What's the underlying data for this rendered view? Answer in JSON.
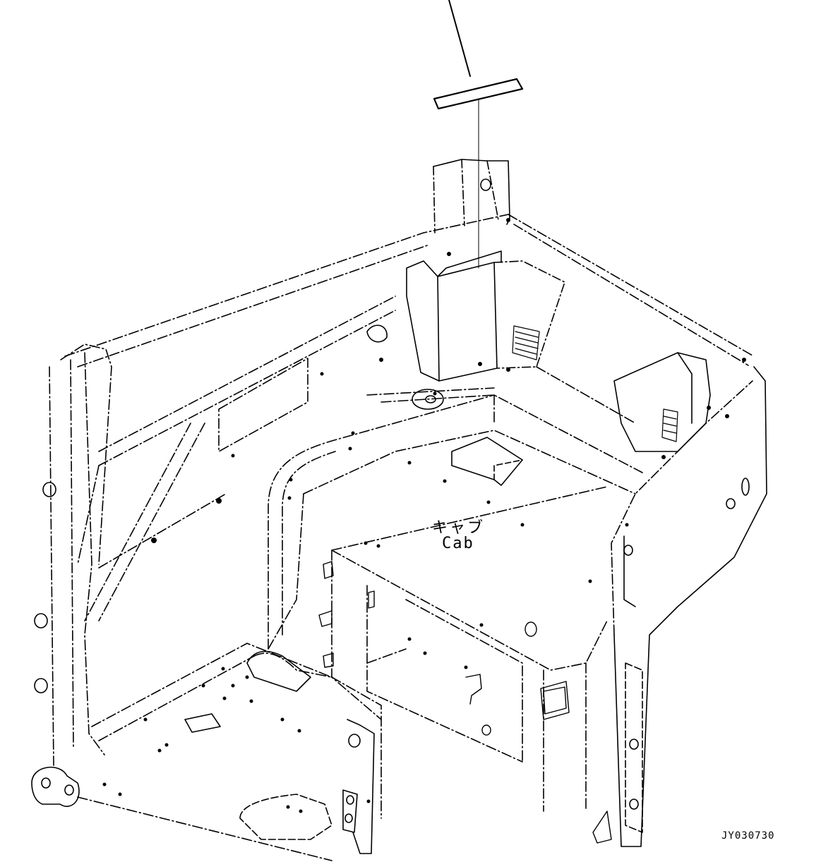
{
  "labels": {
    "part_jp": "キャブ",
    "part_en": "Cab"
  },
  "drawing_number": "JY030730"
}
